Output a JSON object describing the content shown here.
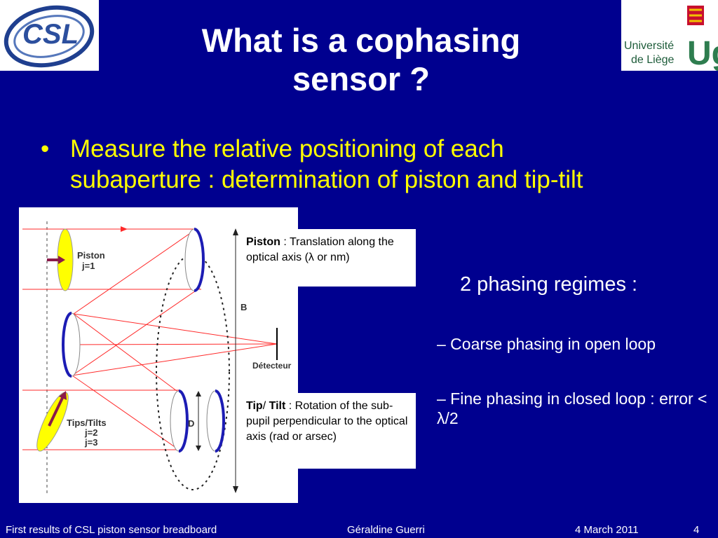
{
  "slide": {
    "title_line1": "What is a cophasing",
    "title_line2": "sensor ?",
    "bullet": {
      "marker": "•",
      "text_line1": "Measure the relative positioning of each",
      "text_line2": "subaperture : determination of piston and tip-tilt"
    }
  },
  "logos": {
    "left_text": "CSL",
    "right_text_line1": "Université",
    "right_text_line2": "de Liège",
    "right_mark": "Ug"
  },
  "diagram": {
    "labels": {
      "piston": "Piston",
      "piston_j": "j=1",
      "tiptilt": "Tips/Tilts",
      "tiptilt_j2": "j=2",
      "tiptilt_j3": "j=3",
      "b": "B",
      "d": "D",
      "detector": "Détecteur"
    },
    "colors": {
      "ellipse_fill": "#ffff00",
      "arrow": "#8b1a4a",
      "mirror": "#1c1cb4",
      "ray": "#ff2a2a"
    }
  },
  "callouts": {
    "piston": {
      "term": "Piston",
      "desc": " : Translation along the optical axis (λ or nm)"
    },
    "tiptilt": {
      "term1": "Tip",
      "sep": "/ ",
      "term2": "Tilt",
      "desc": " : Rotation of the sub-pupil perpendicular to the optical axis (rad or arsec)"
    }
  },
  "regimes": {
    "title": "2 phasing regimes :",
    "item1": "– Coarse phasing in open loop",
    "item2": "– Fine phasing in closed loop : error < λ/2"
  },
  "footer": {
    "left": "First results of CSL piston sensor breadboard",
    "center": "Géraldine Guerri",
    "date": "4 March 2011",
    "page": "4"
  }
}
